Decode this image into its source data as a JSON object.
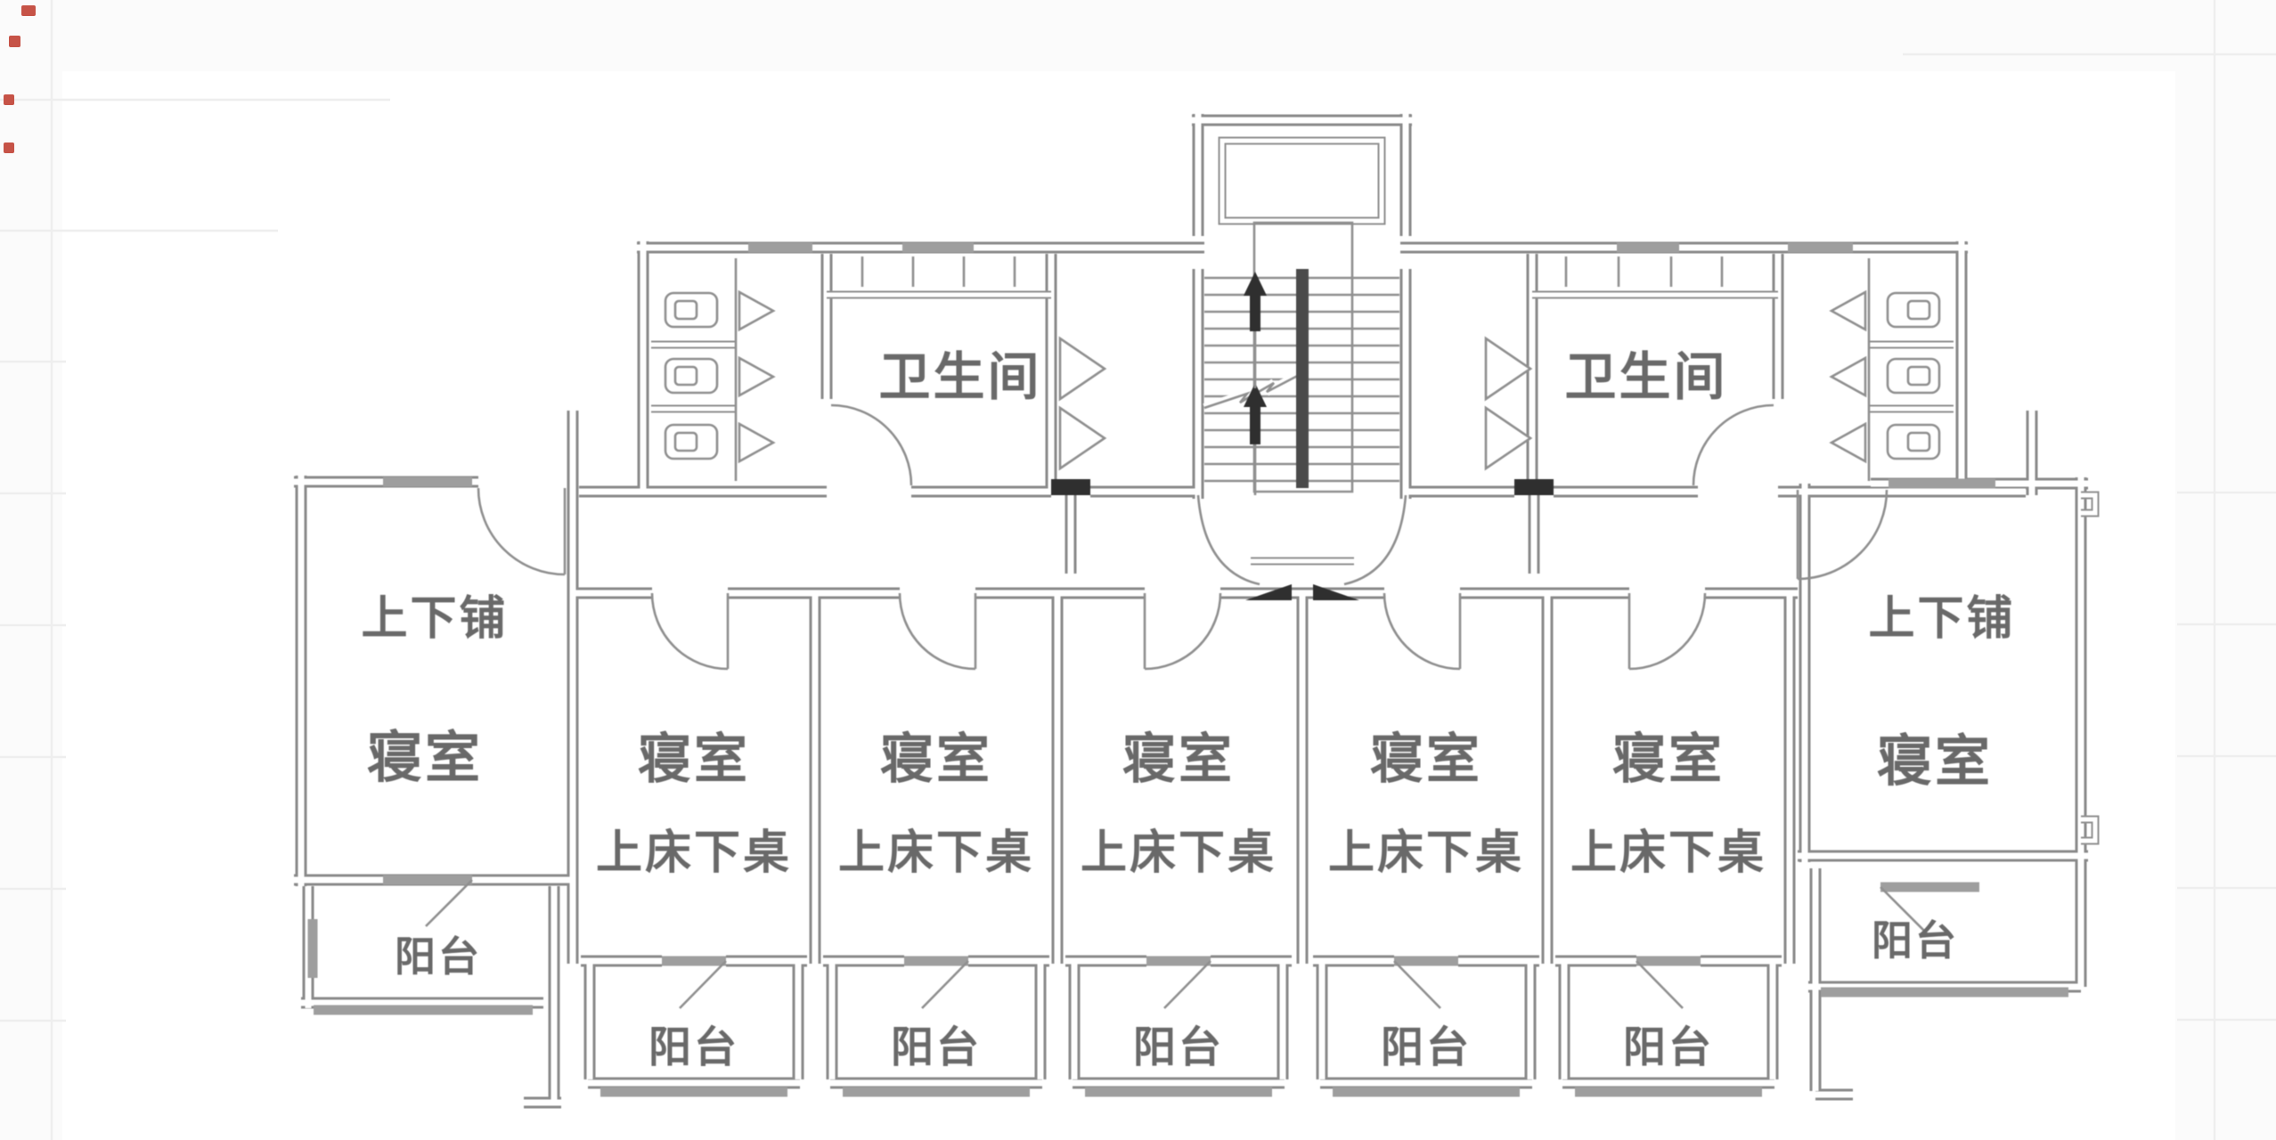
{
  "labels": {
    "bathroom_left": "卫生间",
    "bathroom_right": "卫生间",
    "bunk_left": "上下铺",
    "bunk_right": "上下铺",
    "bedroom_corner_left": "寝室",
    "bedroom_corner_right": "寝室",
    "bedrooms_middle": [
      "寝室",
      "寝室",
      "寝室",
      "寝室",
      "寝室"
    ],
    "bed_desk": [
      "上床下桌",
      "上床下桌",
      "上床下桌",
      "上床下桌",
      "上床下桌"
    ],
    "balconies_middle": [
      "阳台",
      "阳台",
      "阳台",
      "阳台",
      "阳台"
    ],
    "balcony_corner_left": "阳台",
    "balcony_corner_right": "阳台"
  },
  "colors": {
    "background": "#fbfbfb",
    "sheet": "#ffffff",
    "grid": "#eeeeee",
    "wall_line": "#8a8a8a",
    "window_band": "#9e9e9e",
    "dark_fill": "#2f2f2f",
    "text": "#696969",
    "edge_mark": "#c65347"
  },
  "edge_marks": {
    "count": 4,
    "color": "#c65347"
  }
}
